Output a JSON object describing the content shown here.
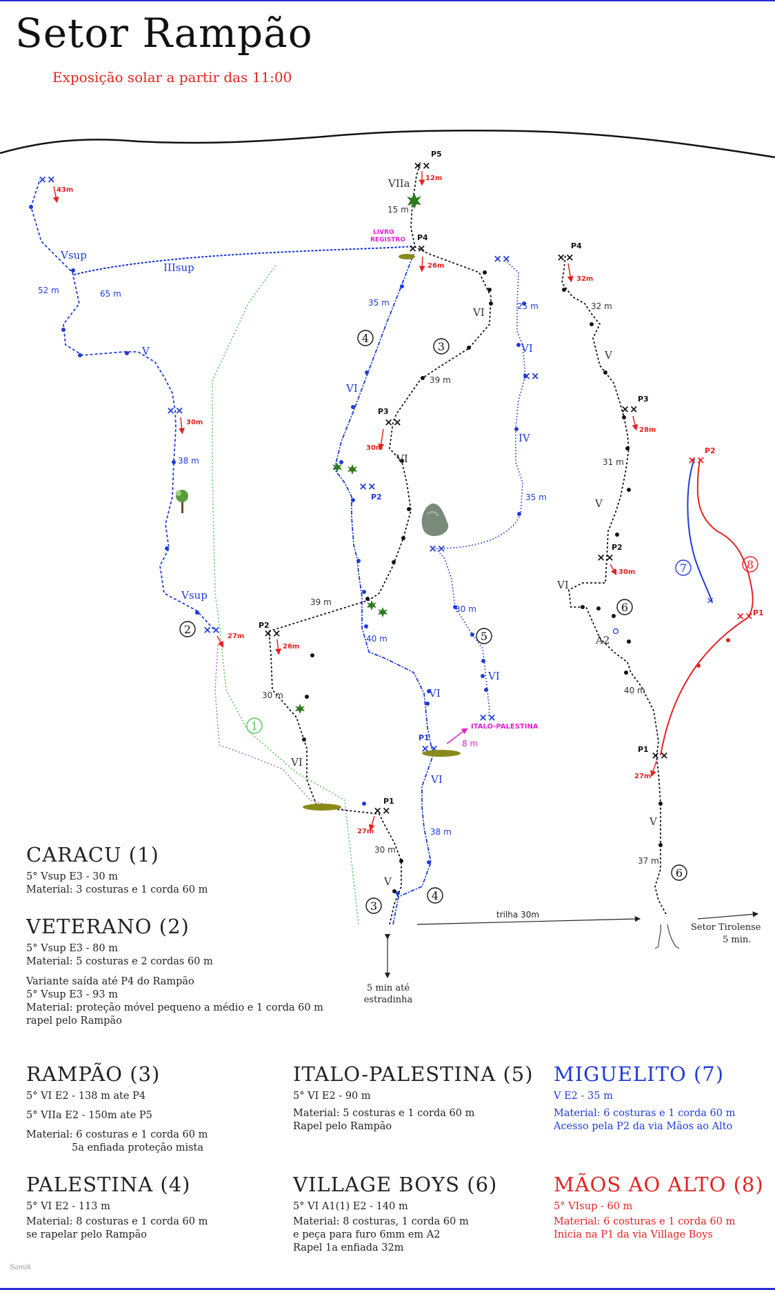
{
  "header": {
    "title": "Setor Rampão",
    "subtitle": "Exposição solar a partir das 11:00"
  },
  "topo_labels": {
    "book_1": "LIVRO",
    "book_2": "REGISTRO",
    "italo_palestina_tag": "ITALO-PALESTINA",
    "trail": "trilha 30m",
    "access_1": "5 min até",
    "access_2": "estradinha",
    "tirolense_1": "Setor Tirolense",
    "tirolense_2": "5 min.",
    "anchors": {
      "p5": "P5",
      "p4_center": "P4",
      "p3_center": "P3",
      "p2_center_blue": "P2",
      "p2_left": "P2",
      "p1_center": "P1",
      "p1_blue": "P1",
      "p4_right": "P4",
      "p3_right": "P3",
      "p2_right": "P2",
      "p1_right": "P1",
      "p2_red": "P2",
      "p1_red": "P1"
    },
    "rappels": {
      "r43": "43m",
      "r12": "12m",
      "r26a": "26m",
      "r30a": "30m",
      "r30b": "30m",
      "r27a": "27m",
      "r26b": "26m",
      "r27b": "27m",
      "r27c": "27m",
      "r28": "28m",
      "r30c": "30m",
      "r32": "32m"
    },
    "lengths": {
      "m15": "15 m",
      "m52": "52 m",
      "m65": "65 m",
      "m38a": "38 m",
      "m35a": "35 m",
      "m39a": "39 m",
      "m25": "25 m",
      "m35b": "35 m",
      "m39b": "39 m",
      "m40a": "40 m",
      "m30a": "30 m",
      "m30b": "30 m",
      "m8": "8 m",
      "m38b": "38 m",
      "m30c": "30 m",
      "m32": "32 m",
      "m31": "31 m",
      "m40b": "40 m",
      "m37": "37 m"
    },
    "grades": {
      "g_vsup1": "Vsup",
      "g_iiisup": "IIIsup",
      "g_v1": "V",
      "g_vsup2": "Vsup",
      "g_viia": "VIIa",
      "g_vi1": "VI",
      "g_vi2": "VI",
      "g_vi3": "VI",
      "g_vi4": "VI",
      "g_iv": "IV",
      "g_vi5": "VI",
      "g_vi6": "VI",
      "g_vi7": "VI",
      "g_vi8": "VI",
      "g_v2": "V",
      "g_v3": "V",
      "g_v4": "V",
      "g_vi9": "VI",
      "g_a2": "A2",
      "g_v5": "V"
    },
    "route_numbers": {
      "n1": "1",
      "n2": "2",
      "n3a": "3",
      "n3b": "3",
      "n4a": "4",
      "n4b": "4",
      "n5": "5",
      "n6a": "6",
      "n6b": "6",
      "n7": "7",
      "n8": "8"
    }
  },
  "routes": [
    {
      "title": "CARACU (1)",
      "lines": [
        "5° Vsup E3 - 30 m",
        "Material: 3 costuras e 1 corda 60 m"
      ]
    },
    {
      "title": "VETERANO (2)",
      "lines": [
        "5° Vsup E3 - 80 m",
        "Material: 5 costuras e 2 cordas 60 m"
      ],
      "variant": [
        "Variante saída até P4 do Rampão",
        "5° Vsup E3 - 93 m",
        "Material: proteção móvel pequeno a médio e 1 corda 60 m",
        "rapel pelo Rampão"
      ]
    },
    {
      "title": "RAMPÃO (3)",
      "lines": [
        "5° VI E2 - 138 m ate P4",
        "5° VIIa E2 - 150m ate P5"
      ],
      "material": [
        "Material: 6 costuras e 1 corda 60 m",
        "5a enfiada proteção mista"
      ]
    },
    {
      "title": "PALESTINA (4)",
      "lines": [
        "5° VI E2 - 113 m",
        "Material: 8 costuras e 1 corda 60 m",
        "se rapelar pelo Rampão"
      ]
    },
    {
      "title": "ITALO-PALESTINA (5)",
      "lines": [
        "5° VI E2 - 90 m",
        "Material: 5 costuras e 1 corda 60 m",
        "Rapel pelo Rampão"
      ]
    },
    {
      "title": "VILLAGE BOYS (6)",
      "lines": [
        "5° VI A1(1) E2 - 140 m",
        "Material: 8 costuras, 1 corda 60 m",
        "e peça para furo 6mm em A2",
        "Rapel 1a enfiada 32m"
      ]
    },
    {
      "title": "MIGUELITO (7)",
      "lines": [
        "V E2 - 35 m",
        "Material: 6 costuras e 1 corda 60 m",
        "Acesso pela P2 da via Mãos ao Alto"
      ]
    },
    {
      "title": "MÃOS AO ALTO (8)",
      "lines": [
        "5° VIsup - 60 m",
        "Material: 6 costuras e 1 corda 60 m",
        "Inicia na P1 da via Village Boys"
      ]
    }
  ],
  "signature": "Samik",
  "colors": {
    "route_blue": "#1f3bd6",
    "route_red": "#e32222",
    "route_black": "#111111",
    "route_green": "#5ac85a",
    "route_purple": "#b070c8",
    "label_magenta": "#e020d0"
  }
}
